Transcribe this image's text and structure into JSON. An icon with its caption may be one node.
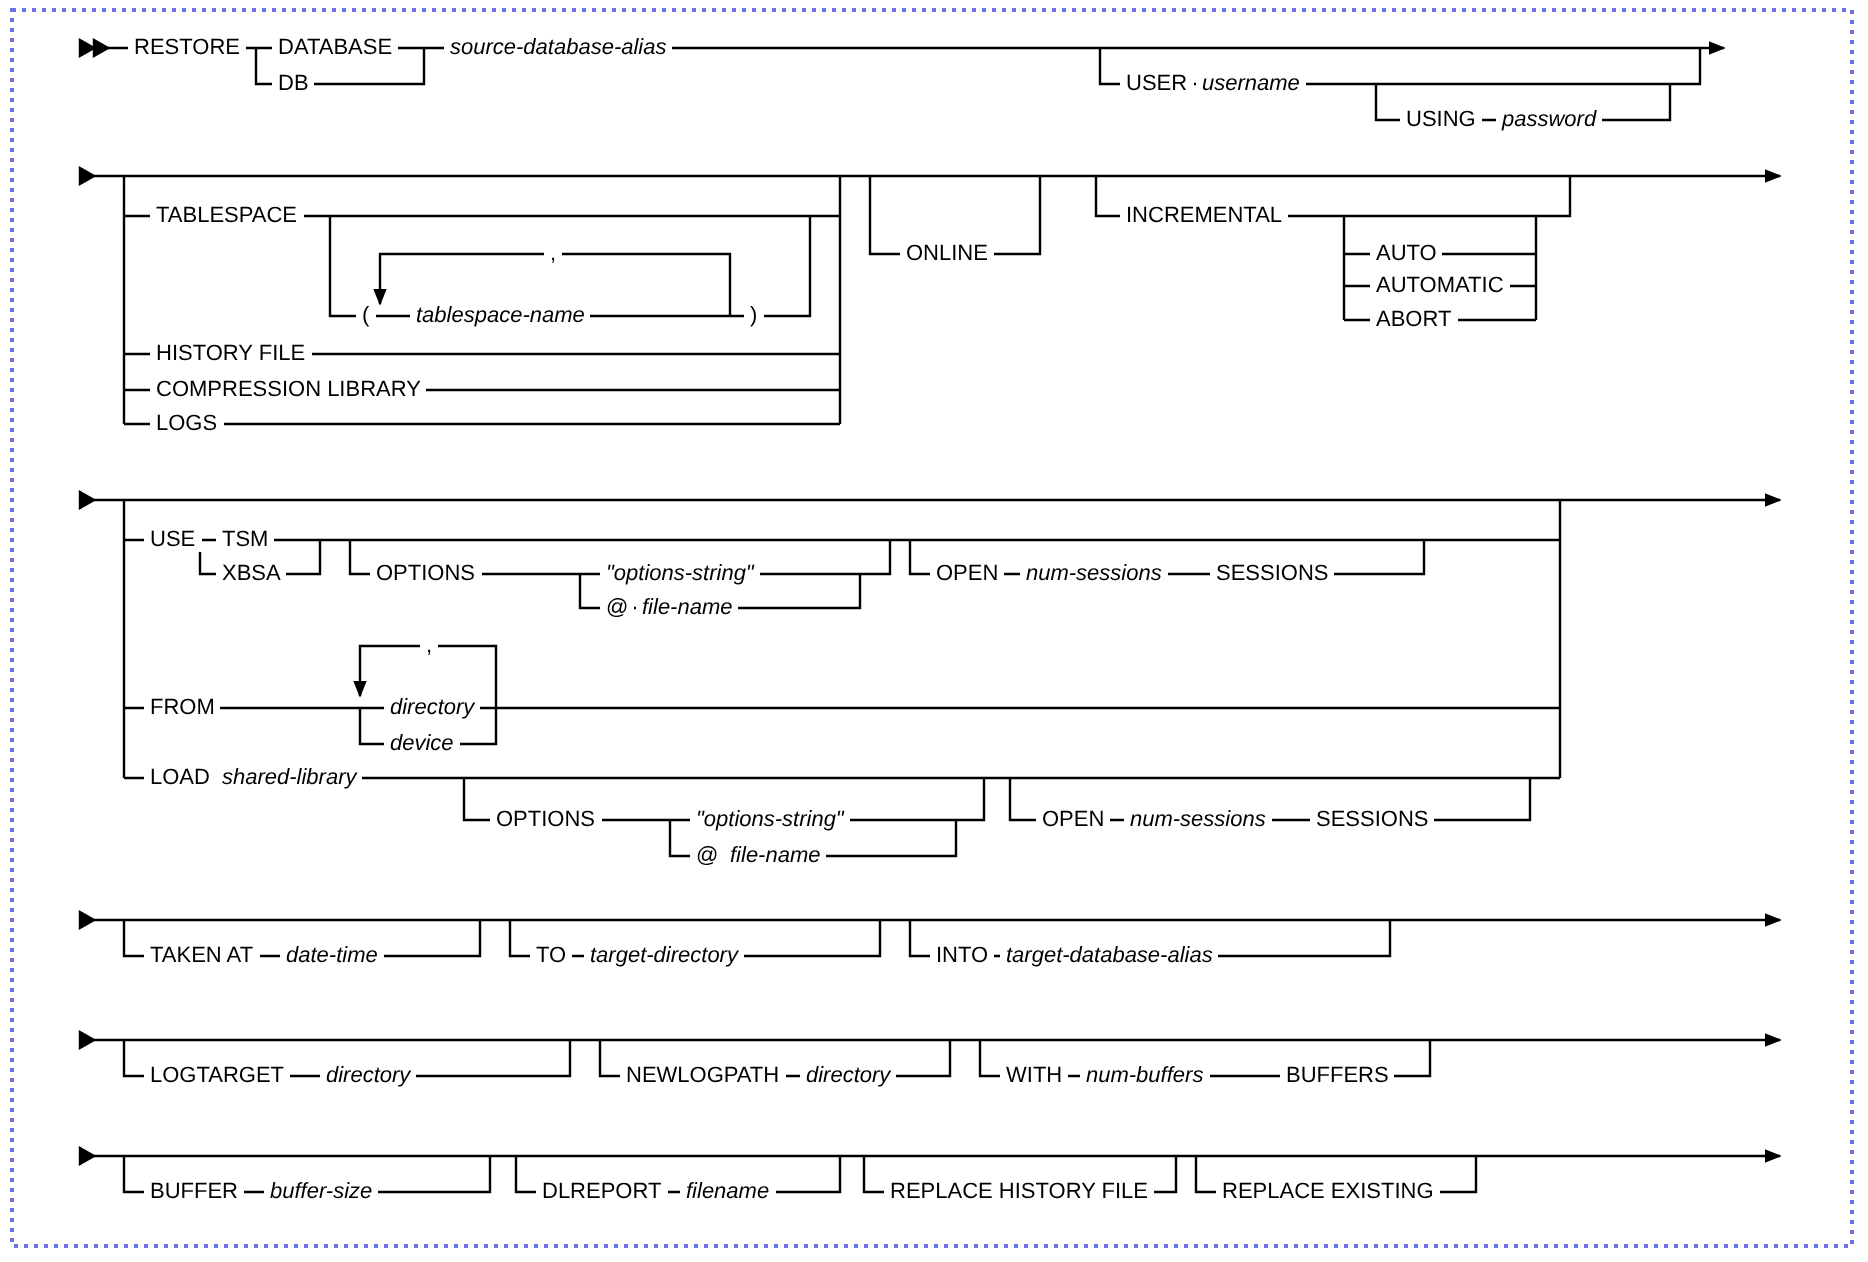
{
  "diagram": {
    "labels": [
      "RESTORE",
      "DATABASE",
      "DB",
      "source-database-alias",
      "USER",
      "username",
      "USING",
      "password",
      "TABLESPACE",
      ",",
      "(",
      "tablespace-name",
      ")",
      "ONLINE",
      "INCREMENTAL",
      "AUTO",
      "AUTOMATIC",
      "ABORT",
      "HISTORY FILE",
      "COMPRESSION LIBRARY",
      "LOGS",
      "USE",
      "TSM",
      "XBSA",
      "OPTIONS",
      "\"options-string\"",
      "@",
      "file-name",
      "OPEN",
      "num-sessions",
      "SESSIONS",
      ",",
      "FROM",
      "directory",
      "device",
      "LOAD",
      "shared-library",
      "OPTIONS",
      "\"options-string\"",
      "@",
      "file-name",
      "OPEN",
      "num-sessions",
      "SESSIONS",
      "TAKEN AT",
      "date-time",
      "TO",
      "target-directory",
      "INTO",
      "target-database-alias",
      "LOGTARGET",
      "directory",
      "NEWLOGPATH",
      "directory",
      "WITH",
      "num-buffers",
      "BUFFERS",
      "BUFFER",
      "buffer-size",
      "DLREPORT",
      "filename",
      "REPLACE HISTORY FILE",
      "REPLACE EXISTING"
    ]
  }
}
